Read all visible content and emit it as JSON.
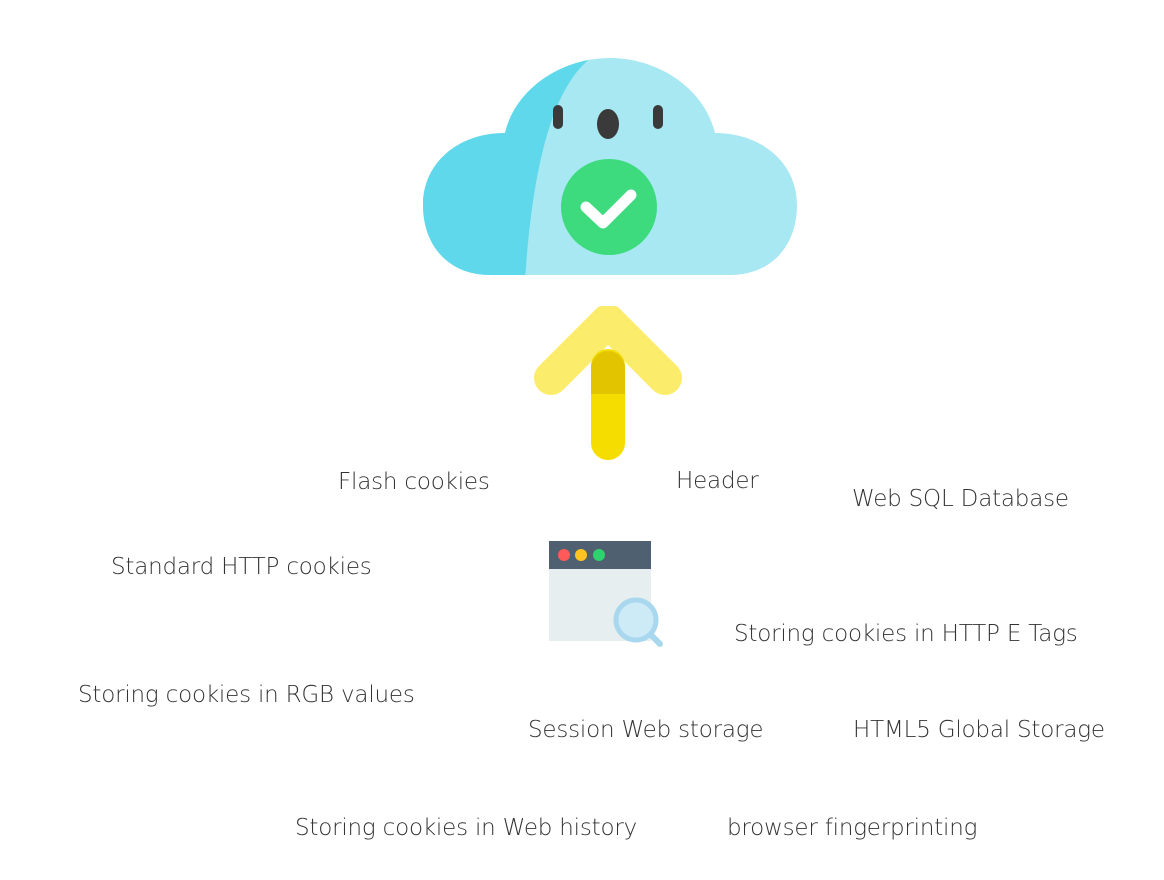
{
  "labels": {
    "flash_cookies": "Flash cookies",
    "header": "Header",
    "web_sql_database": "Web SQL Database",
    "standard_http_cookies": "Standard HTTP cookies",
    "storing_cookies_http_etags": "Storing cookies in HTTP E Tags",
    "storing_cookies_rgb": "Storing cookies in RGB values",
    "session_web_storage": "Session Web storage",
    "html5_global_storage": "HTML5 Global Storage",
    "storing_cookies_web_history": "Storing cookies in Web history",
    "browser_fingerprinting": "browser fingerprinting"
  },
  "icons": {
    "cloud": "cloud-check-icon",
    "arrow": "arrow-up-icon",
    "browser": "browser-search-icon"
  },
  "colors": {
    "cloud_light": "#A8E8F2",
    "cloud_dark": "#5ED8EA",
    "check_circle": "#3DDB7E",
    "arrow_light": "#FCEC6B",
    "arrow_dark": "#F5DD00",
    "browser_bar": "#4F6170",
    "browser_body": "#E7EEF0",
    "dot_red": "#FF5A5A",
    "dot_yellow": "#FFC422",
    "dot_green": "#2ED36E"
  }
}
